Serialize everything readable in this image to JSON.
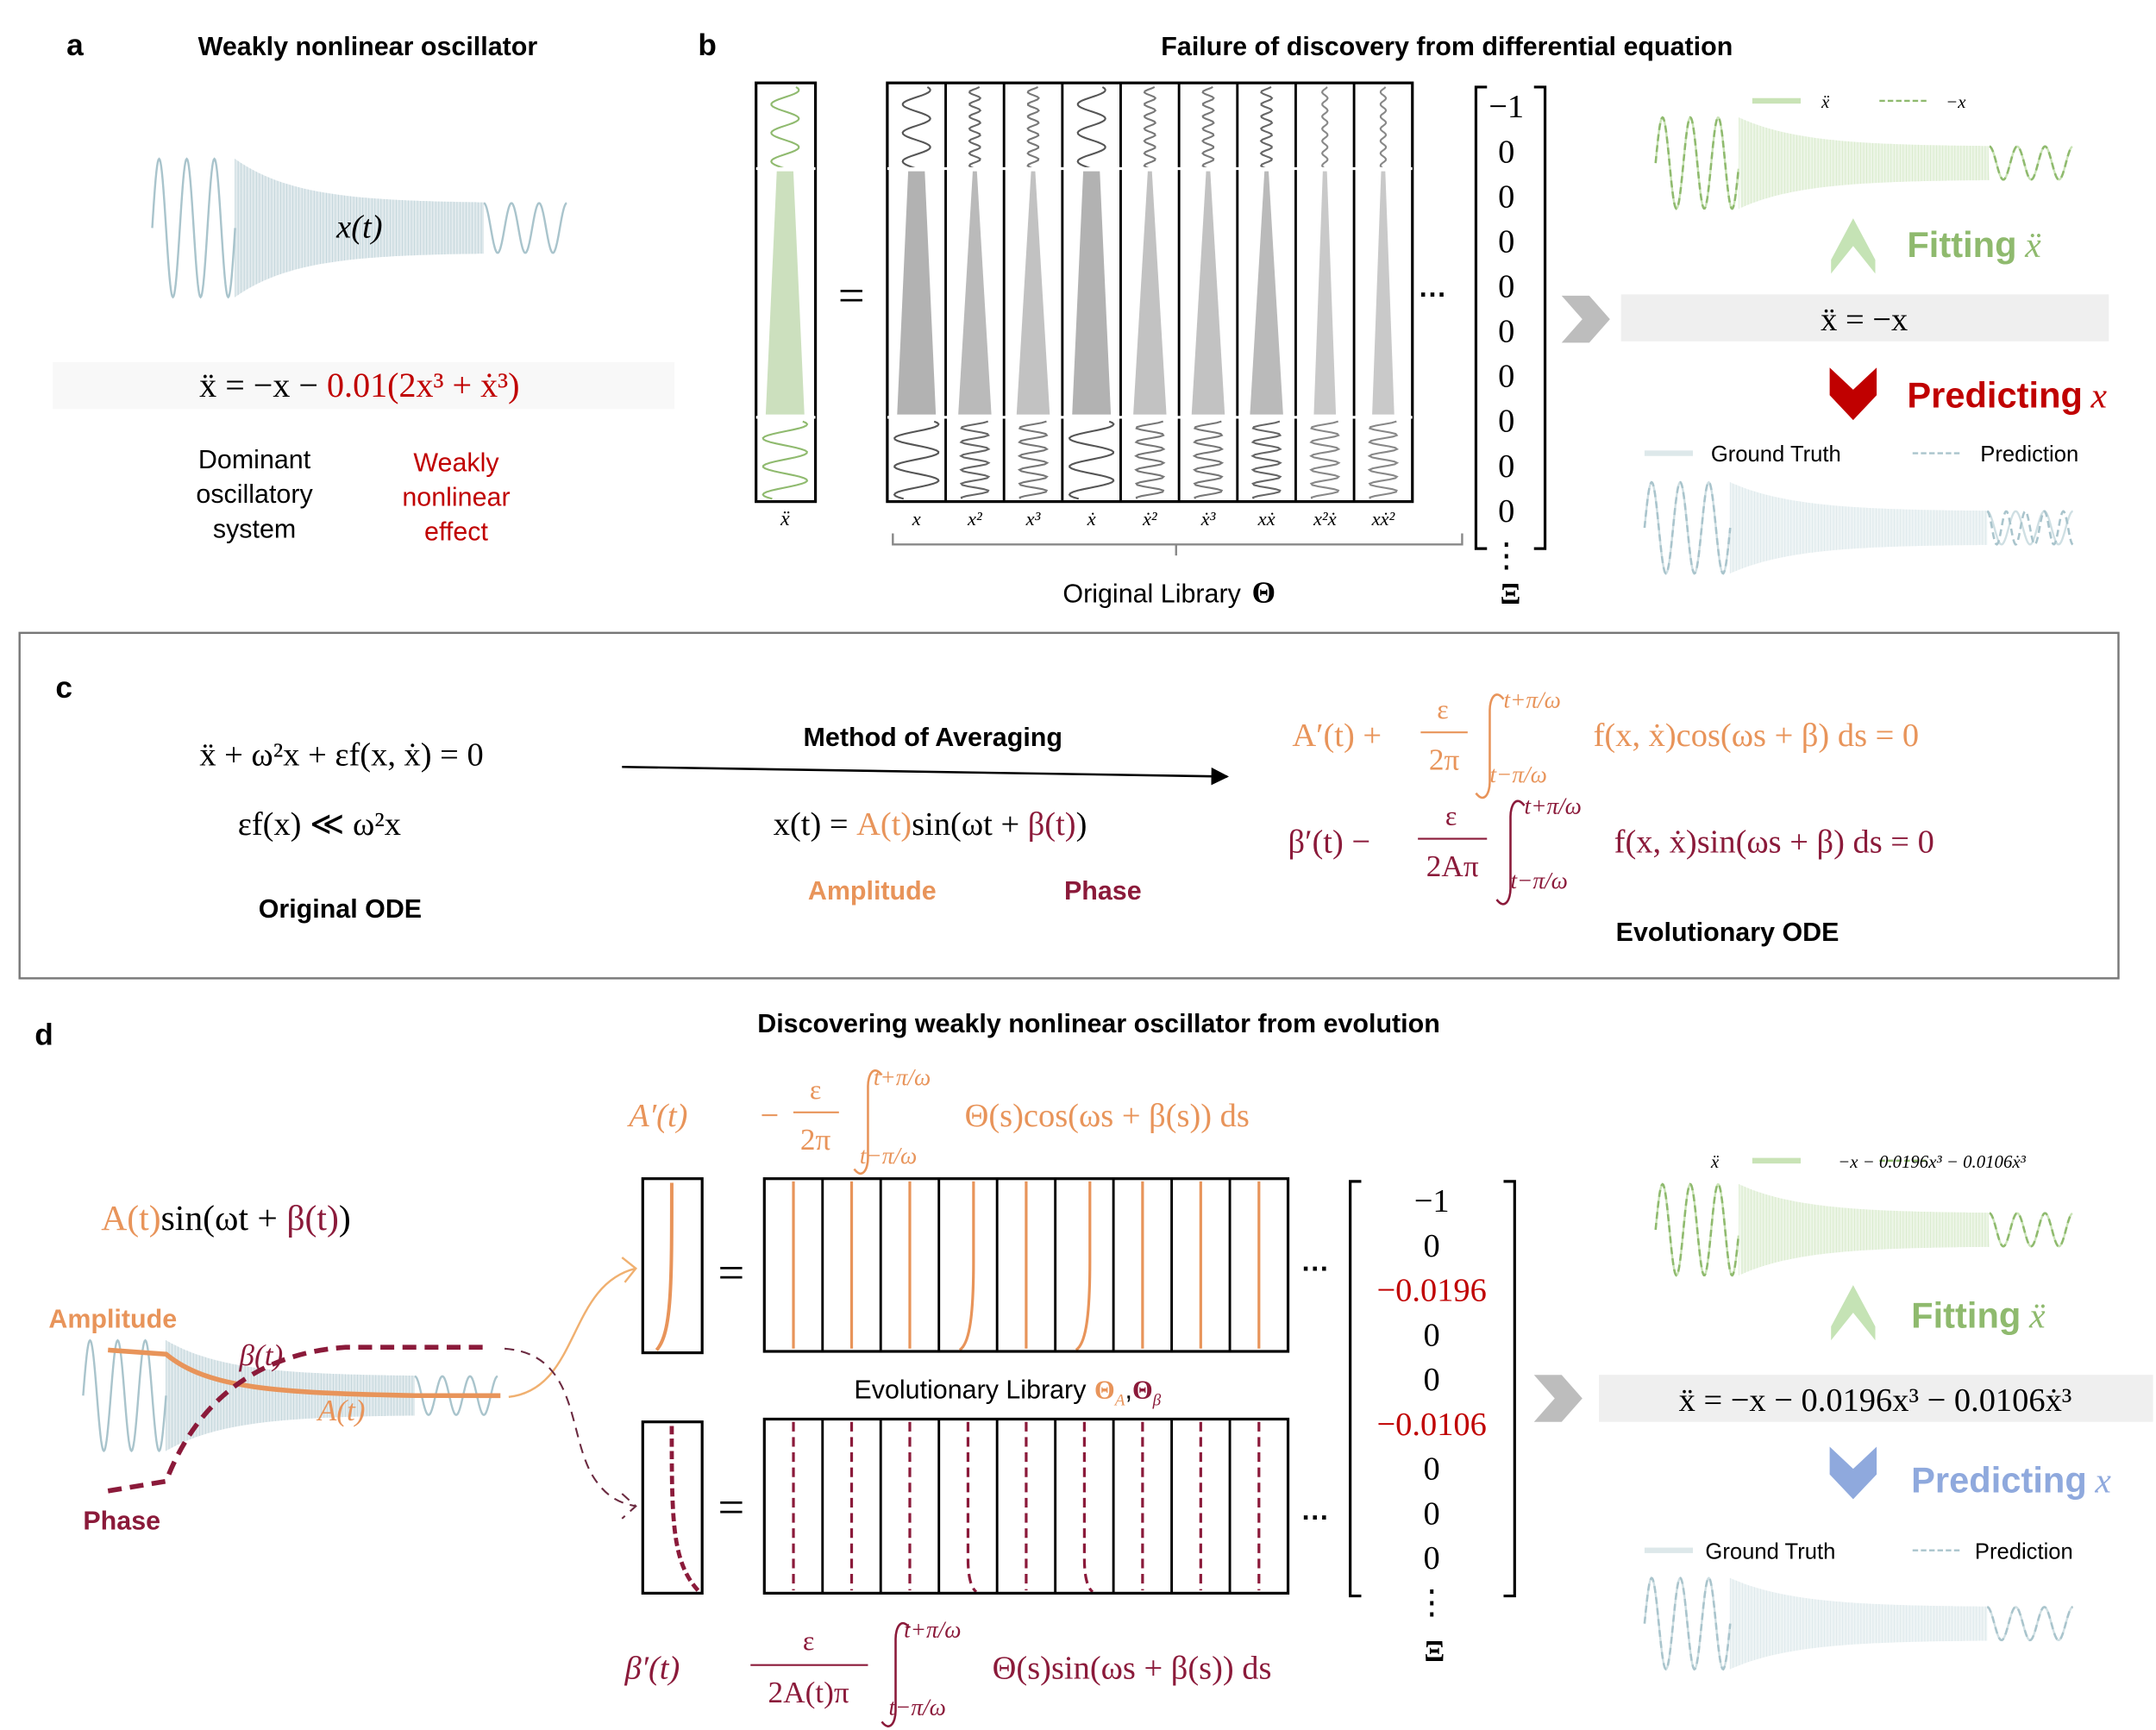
{
  "colors": {
    "orange": "#e8945a",
    "maroon": "#8b1a3a",
    "red": "#c00000",
    "green": "#8fba6e",
    "green_light": "#c9e3b6",
    "wave_gray_blue": "#a9c4cc",
    "blue": "#8fa9dd",
    "gray": "#bdbdbd"
  },
  "panel_a": {
    "label": "a",
    "title": "Weakly nonlinear oscillator",
    "wave_label": "x(t)",
    "equation_main": "ẍ = −x − ",
    "equation_nonlinear": "0.01(2x³ + ẋ³)",
    "dominant_label": [
      "Dominant",
      "oscillatory",
      "system"
    ],
    "nonlinear_label": [
      "Weakly",
      "nonlinear",
      "effect"
    ]
  },
  "panel_b": {
    "label": "b",
    "title": "Failure of discovery from differential equation",
    "target_label": "ẍ",
    "equals": "=",
    "library_columns": [
      "x",
      "x²",
      "x³",
      "ẋ",
      "ẋ²",
      "ẋ³",
      "xẋ",
      "x²ẋ",
      "xẋ²"
    ],
    "ellipsis": "···",
    "library_caption": "Original Library",
    "library_symbol": "Θ",
    "coefficients": [
      "−1",
      "0",
      "0",
      "0",
      "0",
      "0",
      "0",
      "0",
      "0",
      "0",
      "⋮"
    ],
    "coef_symbol": "Ξ",
    "fit_legend": {
      "series1": "ẍ",
      "series2": "−x"
    },
    "fitting_label": "Fitting",
    "fitting_var": "ẍ",
    "discovered_equation": "ẍ = −x",
    "predicting_label": "Predicting",
    "predicting_var": "x",
    "predict_legend": {
      "series1": "Ground Truth",
      "series2": "Prediction"
    }
  },
  "panel_c": {
    "label": "c",
    "original_eq1": "ẍ + ω²x + εf(x, ẋ) = 0",
    "original_eq2": "εf(x) ≪ ω²x",
    "original_caption": "Original ODE",
    "method_label": "Method of Averaging",
    "solution_prefix": "x(t) = ",
    "solution_amp": "A(t)",
    "solution_mid": "sin(ωt + ",
    "solution_phase": "β(t)",
    "solution_suffix": ")",
    "amplitude_label": "Amplitude",
    "phase_label": "Phase",
    "evo_eq1": {
      "lhs": "A′(t) + ",
      "num": "ε",
      "den": "2π",
      "upper": "t+π/ω",
      "lower": "t−π/ω",
      "body": "f(x, ẋ)cos(ωs + β) ds = 0"
    },
    "evo_eq2": {
      "lhs": "β′(t) − ",
      "num": "ε",
      "den": "2Aπ",
      "upper": "t+π/ω",
      "lower": "t−π/ω",
      "body": "f(x, ẋ)sin(ωs + β) ds = 0"
    },
    "evo_caption": "Evolutionary ODE"
  },
  "panel_d": {
    "label": "d",
    "title": "Discovering weakly nonlinear oscillator from evolution",
    "signal_amp": "A(t)",
    "signal_mid": "sin(ωt + ",
    "signal_phase": "β(t)",
    "signal_end": ")",
    "amplitude_label": "Amplitude",
    "phase_label": "Phase",
    "beta_curve_label": "β(t)",
    "amp_curve_label": "A(t)",
    "a_eq": {
      "lhs": "A′(t)",
      "sign": "−",
      "num": "ε",
      "den": "2π",
      "upper": "t+π/ω",
      "lower": "t−π/ω",
      "body": "Θ(s)cos(ωs + β(s)) ds"
    },
    "b_eq": {
      "lhs": "β′(t)",
      "num": "ε",
      "den": "2A(t)π",
      "upper": "t+π/ω",
      "lower": "t−π/ω",
      "body": "Θ(s)sin(ωs + β(s)) ds"
    },
    "equals": "=",
    "ellipsis": "···",
    "library_caption": "Evolutionary Library",
    "library_symbol_a": "Θ",
    "library_symbol_a_sub": "A",
    "library_symbol_sep": ",",
    "library_symbol_b": "Θ",
    "library_symbol_b_sub": "β",
    "coefficients": [
      {
        "value": "−1",
        "highlight": false
      },
      {
        "value": "0",
        "highlight": false
      },
      {
        "value": "−0.0196",
        "highlight": true
      },
      {
        "value": "0",
        "highlight": false
      },
      {
        "value": "0",
        "highlight": false
      },
      {
        "value": "−0.0106",
        "highlight": true
      },
      {
        "value": "0",
        "highlight": false
      },
      {
        "value": "0",
        "highlight": false
      },
      {
        "value": "0",
        "highlight": false
      },
      {
        "value": "⋮",
        "highlight": false
      }
    ],
    "coef_symbol": "Ξ",
    "fit_legend": {
      "series1": "ẍ",
      "series2": "−x − 0.0196x³ − 0.0106ẋ³"
    },
    "fitting_label": "Fitting",
    "fitting_var": "ẍ",
    "discovered_equation": "ẍ = −x − 0.0196x³ − 0.0106ẋ³",
    "predicting_label": "Predicting",
    "predicting_var": "x",
    "predict_legend": {
      "series1": "Ground Truth",
      "series2": "Prediction"
    }
  }
}
